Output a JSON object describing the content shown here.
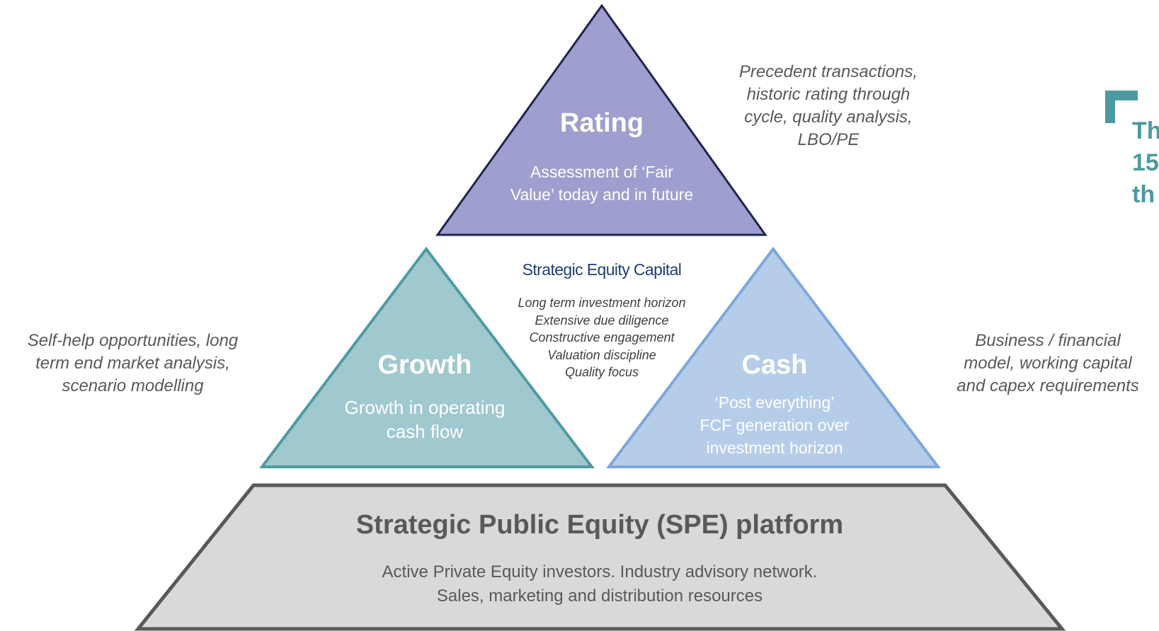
{
  "colors": {
    "rating_fill": "#9e9fcf",
    "rating_stroke": "#22244e",
    "growth_fill": "#a0c8cf",
    "growth_stroke": "#4d9ca1",
    "cash_fill": "#b6cdea",
    "cash_stroke": "#7da8dc",
    "base_fill": "#d9d9d9",
    "base_stroke": "#595959",
    "brand": "#1f3f73",
    "callout": "#4b9aa0"
  },
  "rating": {
    "title": "Rating",
    "lines": [
      "Assessment of ‘Fair",
      "Value’ today and in future"
    ]
  },
  "growth": {
    "title": "Growth",
    "lines": [
      "Growth in operating",
      "cash flow"
    ]
  },
  "cash": {
    "title": "Cash",
    "lines": [
      "‘Post everything’",
      "FCF generation over",
      "investment horizon"
    ]
  },
  "platform": {
    "title": "Strategic Public Equity (SPE) platform",
    "lines": [
      "Active Private Equity investors. Industry advisory network.",
      "Sales, marketing and distribution resources"
    ]
  },
  "center": {
    "brand": "Strategic Equity Capital",
    "lines": [
      "Long term investment horizon",
      "Extensive due diligence",
      "Constructive engagement",
      "Valuation discipline",
      "Quality focus"
    ]
  },
  "notes": {
    "rating": [
      "Precedent transactions,",
      "historic rating through",
      "cycle, quality analysis,",
      "LBO/PE"
    ],
    "growth": [
      "Self-help opportunities, long",
      "term end market analysis,",
      "scenario modelling"
    ],
    "cash": [
      "Business / financial",
      "model, working capital",
      "and capex requirements"
    ]
  },
  "callout": {
    "lines": [
      "Th",
      "15",
      "th"
    ]
  }
}
